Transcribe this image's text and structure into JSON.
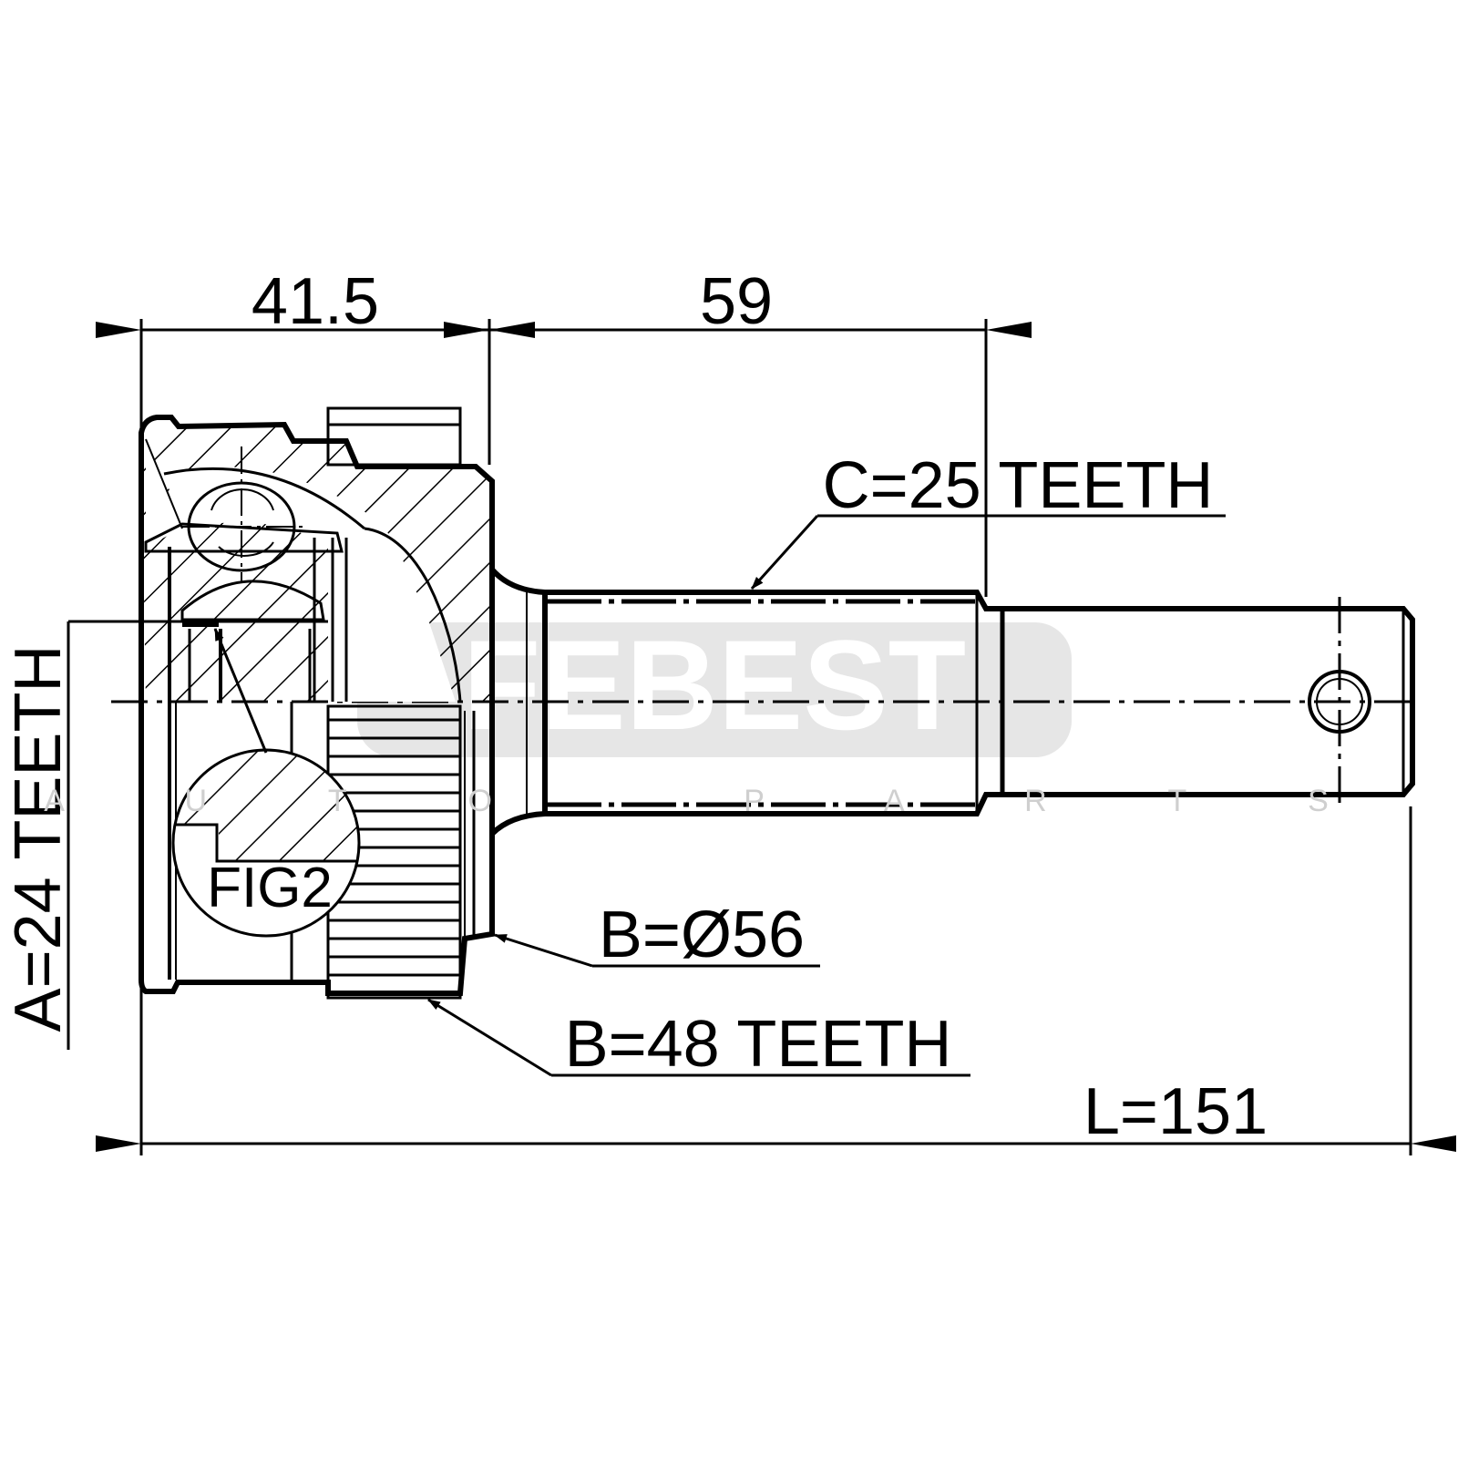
{
  "drawing": {
    "dim_top_left": "41.5",
    "dim_top_right": "59",
    "spline_c": "C=25 TEETH",
    "diameter_b": "B=Ø56",
    "abs_ring_b": "B=48 TEETH",
    "total_length": "L=151",
    "spline_a": "A=24 TEETH",
    "detail_label": "FIG2"
  },
  "watermark": {
    "brand": "FEBEST",
    "tagline": "A U T O   P A R T S"
  }
}
